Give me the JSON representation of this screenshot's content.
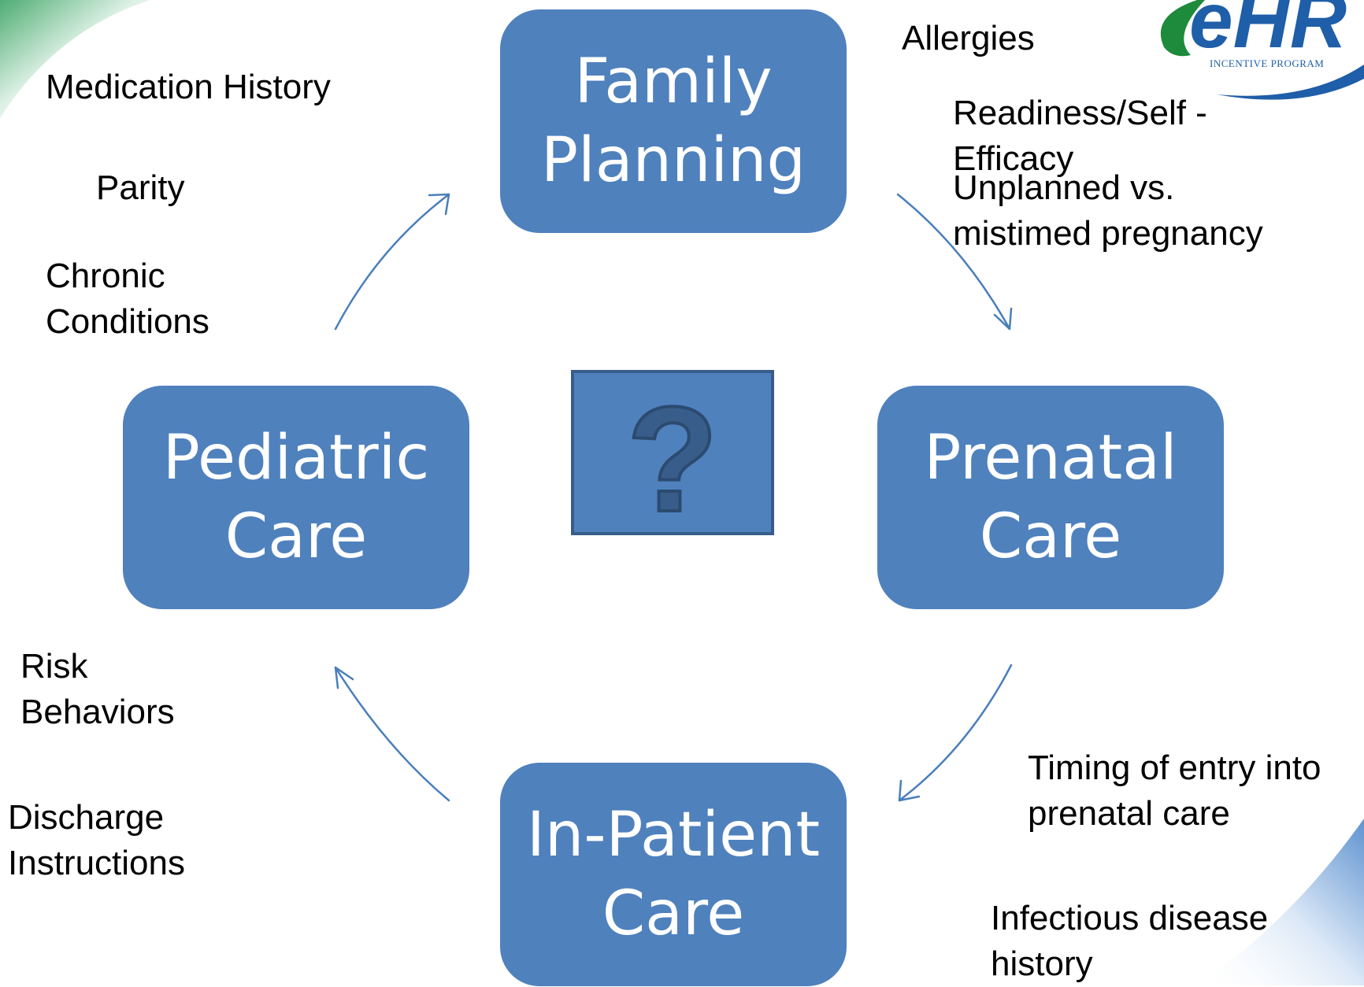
{
  "cycle": {
    "family_planning": "Family\nPlanning",
    "prenatal_care": "Prenatal\nCare",
    "inpatient_care": "In-Patient\nCare",
    "pediatric_care": "Pediatric\nCare",
    "center_symbol": "?"
  },
  "notes": {
    "medication_history": "Medication History",
    "parity": "Parity",
    "chronic_conditions": "Chronic\nConditions",
    "risk_behaviors": "Risk\nBehaviors",
    "discharge_instructions": "Discharge\nInstructions",
    "allergies": "Allergies",
    "readiness": "Readiness/Self -\nEfficacy",
    "unplanned": "Unplanned vs.\nmistimed pregnancy",
    "timing_of_entry": "Timing of entry into\nprenatal care",
    "infectious_disease": "Infectious disease\nhistory"
  },
  "logo": {
    "letters": "eHR",
    "tagline": "INCENTIVE PROGRAM"
  },
  "colors": {
    "box_fill": "#4f81bd",
    "box_border": "#385d8a",
    "arrow": "#4a7ebb",
    "logo_green": "#1e8a3c",
    "logo_blue": "#1f5ea8"
  }
}
